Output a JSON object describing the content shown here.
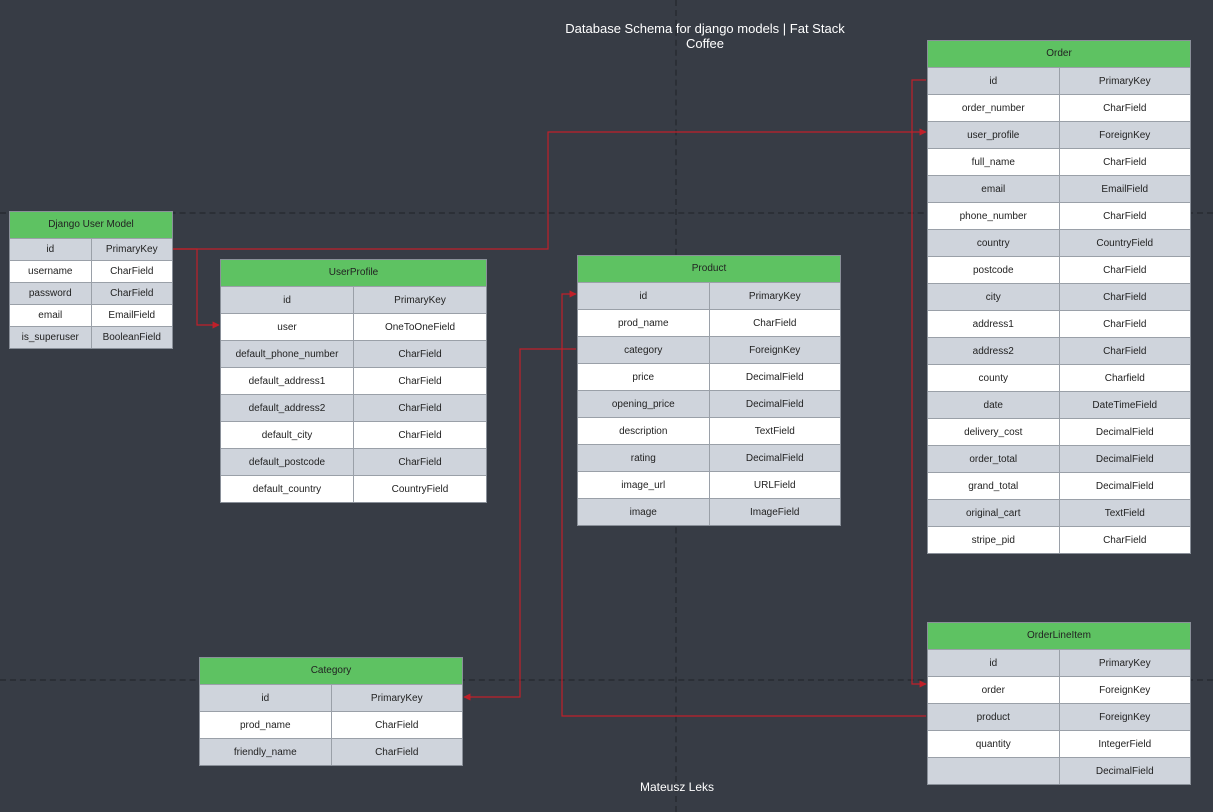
{
  "title": "Database Schema for django models | Fat Stack Coffee",
  "author": "Mateusz Leks",
  "colors": {
    "background": "#373c45",
    "header": "#5ec262",
    "link": "#c0202a"
  },
  "tables": [
    {
      "id": "django-user-model",
      "name": "Django User Model",
      "rows": [
        [
          "id",
          "PrimaryKey"
        ],
        [
          "username",
          "CharField"
        ],
        [
          "password",
          "CharField"
        ],
        [
          "email",
          "EmailField"
        ],
        [
          "is_superuser",
          "BooleanField"
        ]
      ]
    },
    {
      "id": "userprofile",
      "name": "UserProfile",
      "rows": [
        [
          "id",
          "PrimaryKey"
        ],
        [
          "user",
          "OneToOneField"
        ],
        [
          "default_phone_number",
          "CharField"
        ],
        [
          "default_address1",
          "CharField"
        ],
        [
          "default_address2",
          "CharField"
        ],
        [
          "default_city",
          "CharField"
        ],
        [
          "default_postcode",
          "CharField"
        ],
        [
          "default_country",
          "CountryField"
        ]
      ]
    },
    {
      "id": "product",
      "name": "Product",
      "rows": [
        [
          "id",
          "PrimaryKey"
        ],
        [
          "prod_name",
          "CharField"
        ],
        [
          "category",
          "ForeignKey"
        ],
        [
          "price",
          "DecimalField"
        ],
        [
          "opening_price",
          "DecimalField"
        ],
        [
          "description",
          "TextField"
        ],
        [
          "rating",
          "DecimalField"
        ],
        [
          "image_url",
          "URLField"
        ],
        [
          "image",
          "ImageField"
        ]
      ]
    },
    {
      "id": "order",
      "name": "Order",
      "rows": [
        [
          "id",
          "PrimaryKey"
        ],
        [
          "order_number",
          "CharField"
        ],
        [
          "user_profile",
          "ForeignKey"
        ],
        [
          "full_name",
          "CharField"
        ],
        [
          "email",
          "EmailField"
        ],
        [
          "phone_number",
          "CharField"
        ],
        [
          "country",
          "CountryField"
        ],
        [
          "postcode",
          "CharField"
        ],
        [
          "city",
          "CharField"
        ],
        [
          "address1",
          "CharField"
        ],
        [
          "address2",
          "CharField"
        ],
        [
          "county",
          "Charfield"
        ],
        [
          "date",
          "DateTimeField"
        ],
        [
          "delivery_cost",
          "DecimalField"
        ],
        [
          "order_total",
          "DecimalField"
        ],
        [
          "grand_total",
          "DecimalField"
        ],
        [
          "original_cart",
          "TextField"
        ],
        [
          "stripe_pid",
          "CharField"
        ]
      ]
    },
    {
      "id": "orderlineitem",
      "name": "OrderLineItem",
      "rows": [
        [
          "id",
          "PrimaryKey"
        ],
        [
          "order",
          "ForeignKey"
        ],
        [
          "product",
          "ForeignKey"
        ],
        [
          "quantity",
          "IntegerField"
        ],
        [
          "",
          "DecimalField"
        ]
      ]
    },
    {
      "id": "category",
      "name": "Category",
      "rows": [
        [
          "id",
          "PrimaryKey"
        ],
        [
          "prod_name",
          "CharField"
        ],
        [
          "friendly_name",
          "CharField"
        ]
      ]
    }
  ]
}
